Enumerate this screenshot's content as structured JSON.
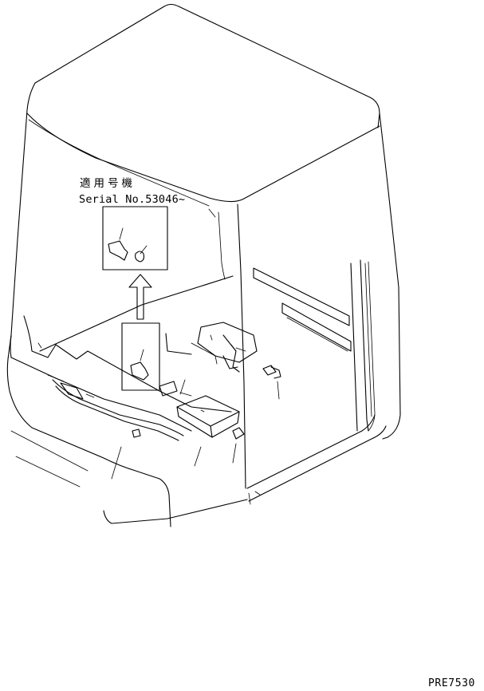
{
  "labels": {
    "applicable_models": "適用号機",
    "serial_number": "Serial No.53046~",
    "drawing_code": "PRE7530"
  },
  "colors": {
    "line": "#000000",
    "background": "#ffffff"
  }
}
